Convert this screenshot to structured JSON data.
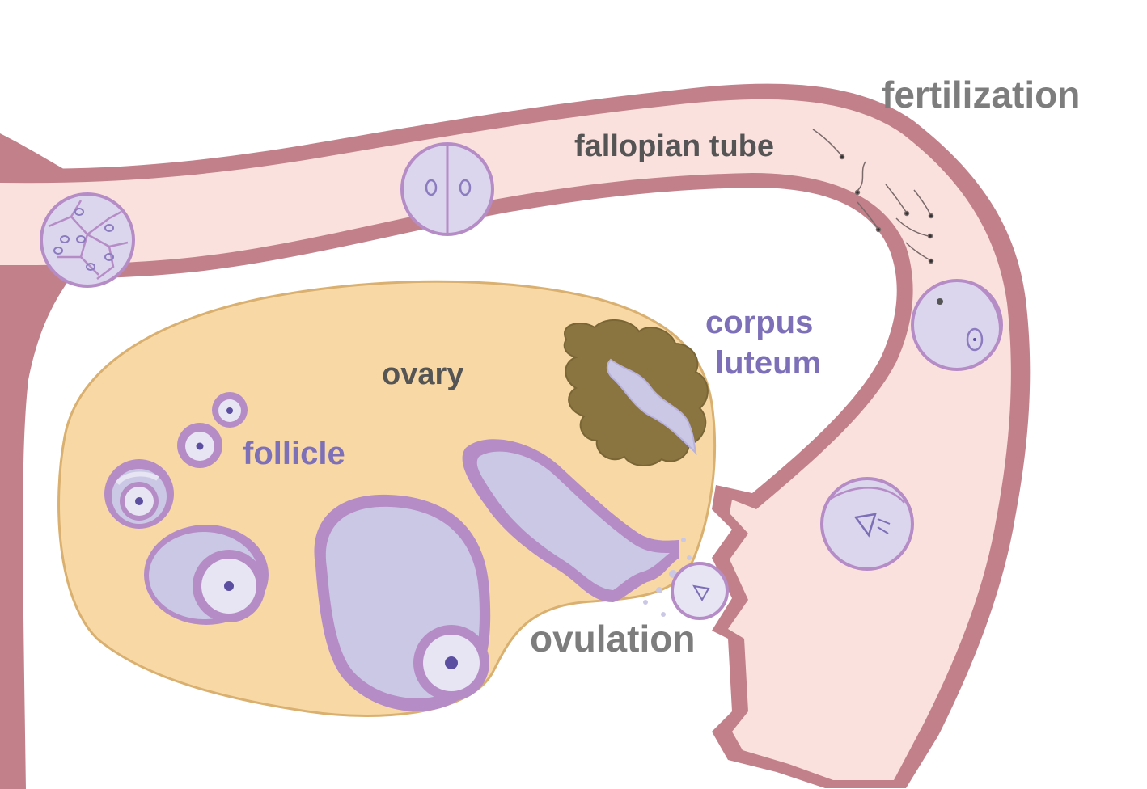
{
  "labels": {
    "fertilization": "fertilization",
    "fallopian_tube": "fallopian tube",
    "corpus_line1": "corpus",
    "corpus_line2": "luteum",
    "ovary": "ovary",
    "follicle": "follicle",
    "ovulation": "ovulation"
  },
  "colors": {
    "tube_wall": "#c2808a",
    "tube_lumen": "#fbe1dd",
    "ovary_fill": "#f8d9a5",
    "ovary_edge": "#d9b070",
    "follicle_ring": "#b58cc6",
    "follicle_fill": "#cbc8e6",
    "oocyte_fill": "#e7e4f4",
    "nucleus": "#5b4ea0",
    "corpus_luteum": "#8a7440",
    "label_dark": "#555555",
    "label_gray": "#7d7d7d",
    "label_purple": "#7e70b8"
  }
}
